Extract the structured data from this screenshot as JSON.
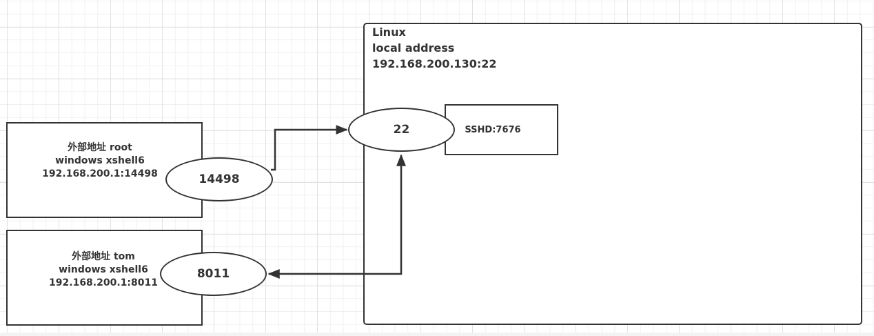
{
  "diagram": {
    "clients": [
      {
        "id": "root",
        "lines": [
          "外部地址 root",
          "windows xshell6",
          "192.168.200.1:14498"
        ],
        "port": "14498",
        "connection": "client-to-server"
      },
      {
        "id": "tom",
        "lines": [
          "外部地址 tom",
          "windows xshell6",
          "192.168.200.1:8011"
        ],
        "port": "8011",
        "connection": "server-to-client"
      }
    ],
    "server": {
      "lines": [
        "Linux",
        "local address",
        "192.168.200.130:22"
      ],
      "port": "22",
      "process": "SSHD:7676"
    }
  },
  "colors": {
    "stroke": "#333333",
    "grid_major": "#e2e2e2",
    "grid_minor": "#f0f0f0",
    "background": "#ffffff"
  }
}
